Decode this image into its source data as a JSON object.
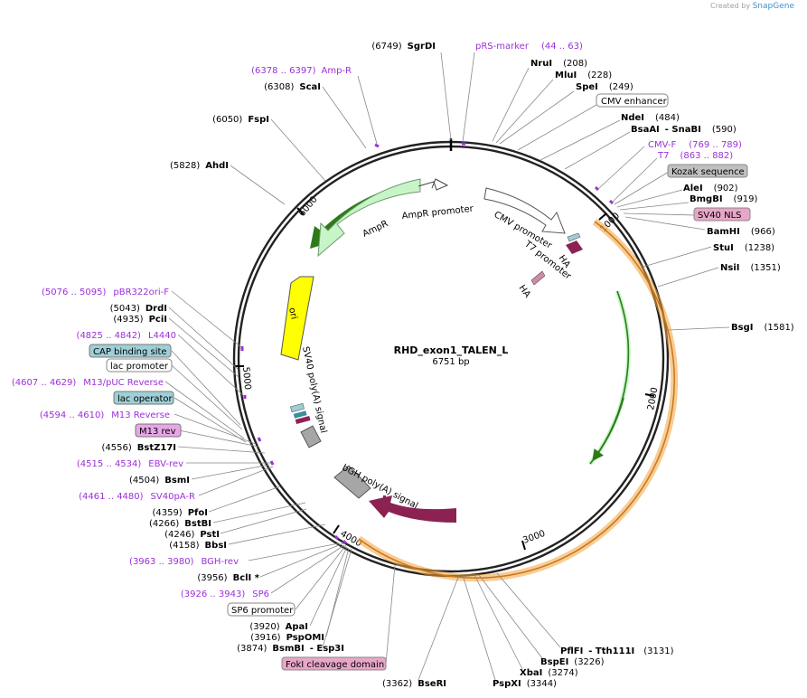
{
  "credit": {
    "prefix": "Created by",
    "brand": "SnapGene"
  },
  "plasmid": {
    "name": "RHD_exon1_TALEN_L",
    "size_label": "6751 bp"
  },
  "ticks": [
    "1000",
    "2000",
    "3000",
    "4000",
    "5000",
    "6000"
  ],
  "features": {
    "ampr_promoter": "AmpR promoter",
    "ampr": "AmpR",
    "cmv_promoter": "CMV promoter",
    "t7_promoter": "T7 promoter",
    "ha1": "HA",
    "ha2": "HA",
    "ori": "ori",
    "sv40_polya": "SV40 poly(A) signal",
    "bgh_polya": "bGH poly(A) signal"
  },
  "sites_right": [
    {
      "name": "NruI",
      "pos": "(208)"
    },
    {
      "name": "MluI",
      "pos": "(228)"
    },
    {
      "name": "SpeI",
      "pos": "(249)"
    },
    {
      "box": "CMV enhancer"
    },
    {
      "name": "NdeI",
      "pos": "(484)"
    },
    {
      "name": "BsaAI",
      "extra": "- SnaBI",
      "pos": "(590)"
    },
    {
      "primer": "CMV-F",
      "range": "(769 .. 789)"
    },
    {
      "primer": "T7",
      "range": "(863 .. 882)"
    },
    {
      "box": "Kozak sequence"
    },
    {
      "name": "AleI",
      "pos": "(902)"
    },
    {
      "name": "BmgBI",
      "pos": "(919)"
    },
    {
      "box": "SV40 NLS"
    },
    {
      "name": "BamHI",
      "pos": "(966)"
    },
    {
      "name": "StuI",
      "pos": "(1238)"
    },
    {
      "name": "NsiI",
      "pos": "(1351)"
    },
    {
      "name": "BsgI",
      "pos": "(1581)"
    }
  ],
  "sites_top": [
    {
      "name": "SgrDI",
      "pos": "(6749)"
    },
    {
      "primer": "pRS-marker",
      "range": "(44 .. 63)"
    }
  ],
  "sites_left": [
    {
      "primer": "Amp-R",
      "range": "(6378 .. 6397)"
    },
    {
      "name": "ScaI",
      "pos": "(6308)"
    },
    {
      "name": "FspI",
      "pos": "(6050)"
    },
    {
      "name": "AhdI",
      "pos": "(5828)"
    },
    {
      "primer": "pBR322ori-F",
      "range": "(5076 .. 5095)"
    },
    {
      "name": "DrdI",
      "pos": "(5043)"
    },
    {
      "name": "PciI",
      "pos": "(4935)"
    },
    {
      "primer": "L4440",
      "range": "(4825 .. 4842)"
    },
    {
      "box": "CAP binding site"
    },
    {
      "box": "lac promoter"
    },
    {
      "primer": "M13/pUC Reverse",
      "range": "(4607 .. 4629)"
    },
    {
      "box": "lac operator"
    },
    {
      "primer": "M13 Reverse",
      "range": "(4594 .. 4610)"
    },
    {
      "box": "M13 rev"
    },
    {
      "name": "BstZ17I",
      "pos": "(4556)"
    },
    {
      "primer": "EBV-rev",
      "range": "(4515 .. 4534)"
    },
    {
      "name": "BsmI",
      "pos": "(4504)"
    },
    {
      "primer": "SV40pA-R",
      "range": "(4461 .. 4480)"
    },
    {
      "name": "PfoI",
      "pos": "(4359)"
    },
    {
      "name": "BstBI",
      "pos": "(4266)"
    },
    {
      "name": "PstI",
      "pos": "(4246)"
    },
    {
      "name": "BbsI",
      "pos": "(4158)"
    },
    {
      "primer": "BGH-rev",
      "range": "(3963 .. 3980)"
    },
    {
      "name": "BclI *",
      "pos": "(3956)"
    },
    {
      "primer": "SP6",
      "range": "(3926 .. 3943)"
    },
    {
      "box": "SP6 promoter"
    },
    {
      "name": "ApaI",
      "pos": "(3920)"
    },
    {
      "name": "PspOMI",
      "pos": "(3916)"
    },
    {
      "name": "BsmBI",
      "extra": "- Esp3I",
      "pos": "(3874)"
    },
    {
      "box": "FokI cleavage domain"
    }
  ],
  "sites_bottom": [
    {
      "name": "BseRI",
      "pos": "(3362)"
    },
    {
      "name": "PspXI",
      "pos": "(3344)"
    },
    {
      "name": "XbaI",
      "pos": "(3274)"
    },
    {
      "name": "BspEI",
      "pos": "(3226)"
    },
    {
      "name": "PflFI",
      "extra": "- Tth111I",
      "pos": "(3131)"
    }
  ],
  "colors": {
    "primer": "#9b30d9",
    "amp": "#c8f5c8",
    "ori": "#ffff00",
    "bgh": "#8b2252",
    "orange": "#f2a33a",
    "green_dark": "#2d7a1a",
    "cap_box": "#9fcfd6",
    "kozak_box": "#c0c0c0",
    "pink_box": "#e8a6c8",
    "m13_box": "#e8a6e8"
  }
}
